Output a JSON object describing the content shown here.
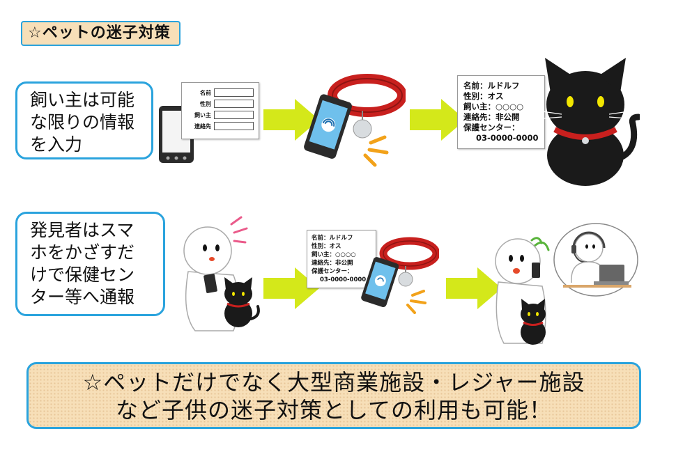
{
  "title": "☆ペットの迷子対策",
  "row1": {
    "bubble_lines": [
      "飼い主は可能",
      "な限りの情報",
      "を入力"
    ],
    "form_labels": [
      "名前",
      "性別",
      "飼い主",
      "連絡先"
    ],
    "card_lines": [
      "名前：ルドルフ",
      "性別：オス",
      "飼い主：○○○○",
      "連絡先：非公開",
      "保護センター：",
      "03-0000-0000"
    ]
  },
  "row2": {
    "bubble_lines": [
      "発見者はスマ",
      "ホをかざすだ",
      "けで保健セン",
      "ター等へ通報"
    ],
    "card_lines": [
      "名前：ルドルフ",
      "性別：オス",
      "飼い主：○○○○",
      "連絡先：非公開",
      "保護センター：",
      "03-0000-0000"
    ]
  },
  "banner": {
    "lines": [
      "☆ペットだけでなく大型商業施設・レジャー施設",
      "など子供の迷子対策としての利用も可能！"
    ]
  },
  "colors": {
    "accent_blue": "#2aa3dd",
    "tag_bg": "#f7dfb8",
    "arrow": "#d4e81a",
    "collar": "#c8201e",
    "cat": "#1a1a1a",
    "cat_eye": "#f2e600",
    "signal_orange": "#f2a21a",
    "signal_pink": "#ea5a8a",
    "signal_green": "#58b43a"
  },
  "icons": [
    "smartphone-icon",
    "collar-icon",
    "nfc-tag-icon",
    "black-cat-icon",
    "person-icon",
    "operator-icon",
    "laptop-icon"
  ]
}
